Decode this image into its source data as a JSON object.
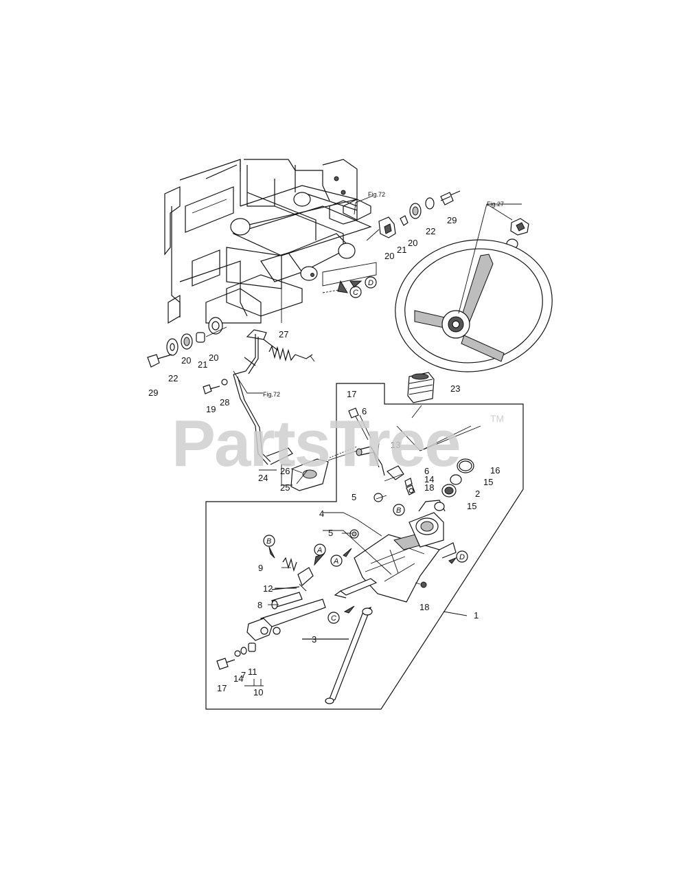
{
  "watermark": {
    "text": "PartsTree",
    "trademark": "TM"
  },
  "figure_refs": [
    "Fig.72",
    "Fig.72",
    "Fig.27"
  ],
  "circle_refs": [
    "A",
    "A",
    "B",
    "B",
    "C",
    "C",
    "D",
    "D"
  ],
  "part_labels": [
    "20",
    "20",
    "20",
    "20",
    "21",
    "21",
    "22",
    "22",
    "29",
    "29",
    "27",
    "19",
    "28",
    "23",
    "17",
    "6",
    "13",
    "6",
    "14",
    "18",
    "16",
    "15",
    "2",
    "15",
    "5",
    "5",
    "4",
    "24",
    "26",
    "25",
    "9",
    "12",
    "8",
    "3",
    "1",
    "18",
    "17",
    "14",
    "7",
    "11",
    "10"
  ]
}
